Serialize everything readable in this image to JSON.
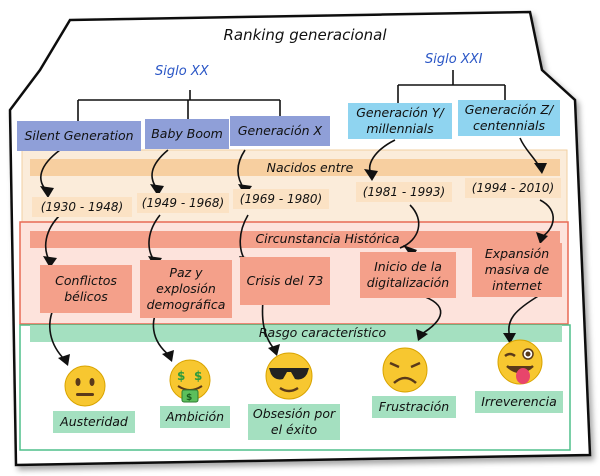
{
  "title": "Ranking generacional",
  "centuries": {
    "xx": "Siglo XX",
    "xxi": "Siglo XXI"
  },
  "generations": [
    {
      "name": "Silent Generation",
      "born": "(1930 - 1948)",
      "circumstance": "Conflictos bélicos",
      "trait": "Austeridad",
      "emoji": "neutral-face-icon"
    },
    {
      "name": "Baby Boom",
      "born": "(1949 - 1968)",
      "circumstance": "Paz y explosión demográfica",
      "trait": "Ambición",
      "emoji": "money-mouth-face-icon"
    },
    {
      "name": "Generación X",
      "born": "(1969 - 1980)",
      "circumstance": "Crisis del 73",
      "trait": "Obsesión por el éxito",
      "emoji": "sunglasses-face-icon"
    },
    {
      "name": "Generación Y/ millennials",
      "born": "(1981 - 1993)",
      "circumstance": "Inicio de la digitalización",
      "trait": "Frustración",
      "emoji": "disappointed-face-icon"
    },
    {
      "name": "Generación Z/ centennials",
      "born": "(1994 - 2010)",
      "circumstance": "Expansión masiva de internet",
      "trait": "Irreverencia",
      "emoji": "winking-tongue-face-icon"
    }
  ],
  "bands": {
    "born": "Nacidos entre",
    "circumstance": "Circunstancia Histórica",
    "trait": "Rasgo característico"
  },
  "colors": {
    "century_text": "#2a56c6",
    "gen_20th": "#8f9fd8",
    "gen_21st": "#8fd4f0",
    "born_band": "#fbe2c4",
    "circumstance_band": "#f4a08a",
    "trait_band": "#a4e0c0"
  }
}
